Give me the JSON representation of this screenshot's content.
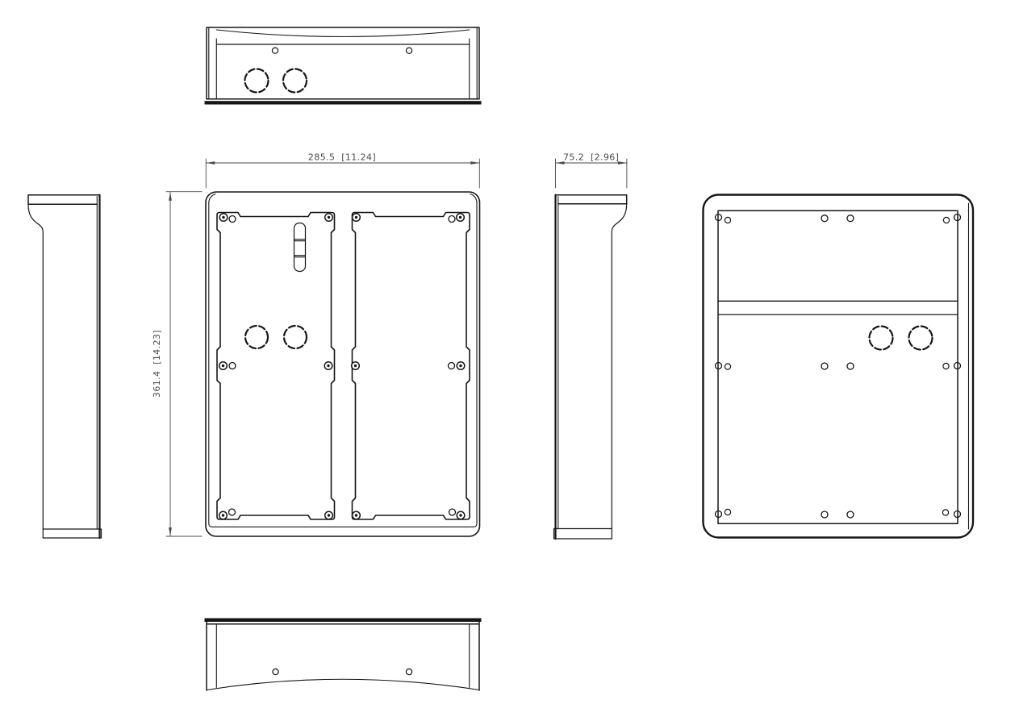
{
  "page": {
    "background": "#ffffff"
  },
  "drawing": {
    "stroke_color": "#161616",
    "dim_color": "#4a4a4a",
    "units": "mm [inch]"
  },
  "dims": {
    "width": "285.5  [11.24]",
    "depth": "75.2  [2.96]",
    "height": "361.4  [14.23]",
    "width_mm": "285.5",
    "width_in": "11.24",
    "depth_mm": "75.2",
    "depth_in": "2.96",
    "height_mm": "361.4",
    "height_in": "14.23"
  }
}
